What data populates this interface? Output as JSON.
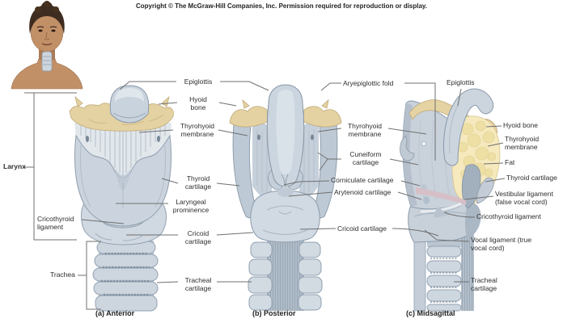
{
  "copyright": "Copyright © The McGraw-Hill Companies, Inc. Permission required for reproduction or display.",
  "captions": {
    "anterior": "(a) Anterior",
    "posterior": "(b) Posterior",
    "midsagittal": "(c) Midsagittal"
  },
  "labels": {
    "larynx": "Larynx",
    "trachea": "Trachea",
    "epiglottis": "Epiglottis",
    "hyoid_bone": "Hyoid bone",
    "thyrohyoid_membrane": "Thyrohyoid membrane",
    "thyroid_cartilage": "Thyroid cartilage",
    "laryngeal_prominence": "Laryngeal prominence",
    "cricoid_cartilage": "Cricoid cartilage",
    "tracheal_cartilage": "Tracheal cartilage",
    "cricothyroid_ligament": "Cricothyroid ligament",
    "aryepiglottic_fold": "Aryepiglottic fold",
    "cuneiform_cartilage": "Cuneiform cartilage",
    "corniculate_cartilage": "Corniculate cartilage",
    "arytenoid_cartilage": "Arytenoid cartilage",
    "fat": "Fat",
    "vestibular_ligament": "Vestibular ligament (false vocal cord)",
    "vocal_ligament": "Vocal ligament (true vocal cord)"
  },
  "colors": {
    "cartilage_fill": "#cbd4de",
    "cartilage_stroke": "#8d9dad",
    "hyoid_cream": "#e4d2a2",
    "fat_yellow": "#f5e9bd",
    "ligament_pink": "#d6bfc6",
    "skin": "#c29067",
    "hair": "#3e2c20",
    "leader_line": "#6f6f6f",
    "label_text": "#2e2e2e"
  }
}
